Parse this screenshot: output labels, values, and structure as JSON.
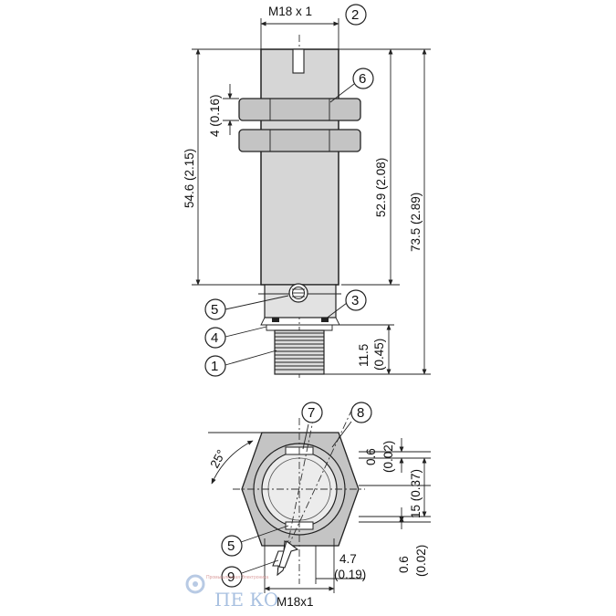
{
  "side_view": {
    "thread_label": "M18 x 1",
    "dim_nut": "4 (0.16)",
    "dim_body": "54.6 (2.15)",
    "dim_housing": "52.9 (2.08)",
    "dim_total": "73.5 (2.89)",
    "dim_connector_mm": "11.5",
    "dim_connector_in": "(0.45)"
  },
  "front_view": {
    "angle_label": "25°",
    "dim_top_mm": "0.6",
    "dim_top_in": "(0.02)",
    "dim_side": "15 (0.37)",
    "dim_bottom_mm": "0.6",
    "dim_bottom_in": "(0.02)",
    "dim_offset_mm": "4.7",
    "dim_offset_in": "(0.19)",
    "thread_label": "M18x1"
  },
  "callouts": [
    "1",
    "2",
    "3",
    "4",
    "5",
    "6",
    "7",
    "8",
    "9"
  ],
  "watermark": {
    "text": "ПЕ КО",
    "subtext": "Промышленная Электроника"
  }
}
